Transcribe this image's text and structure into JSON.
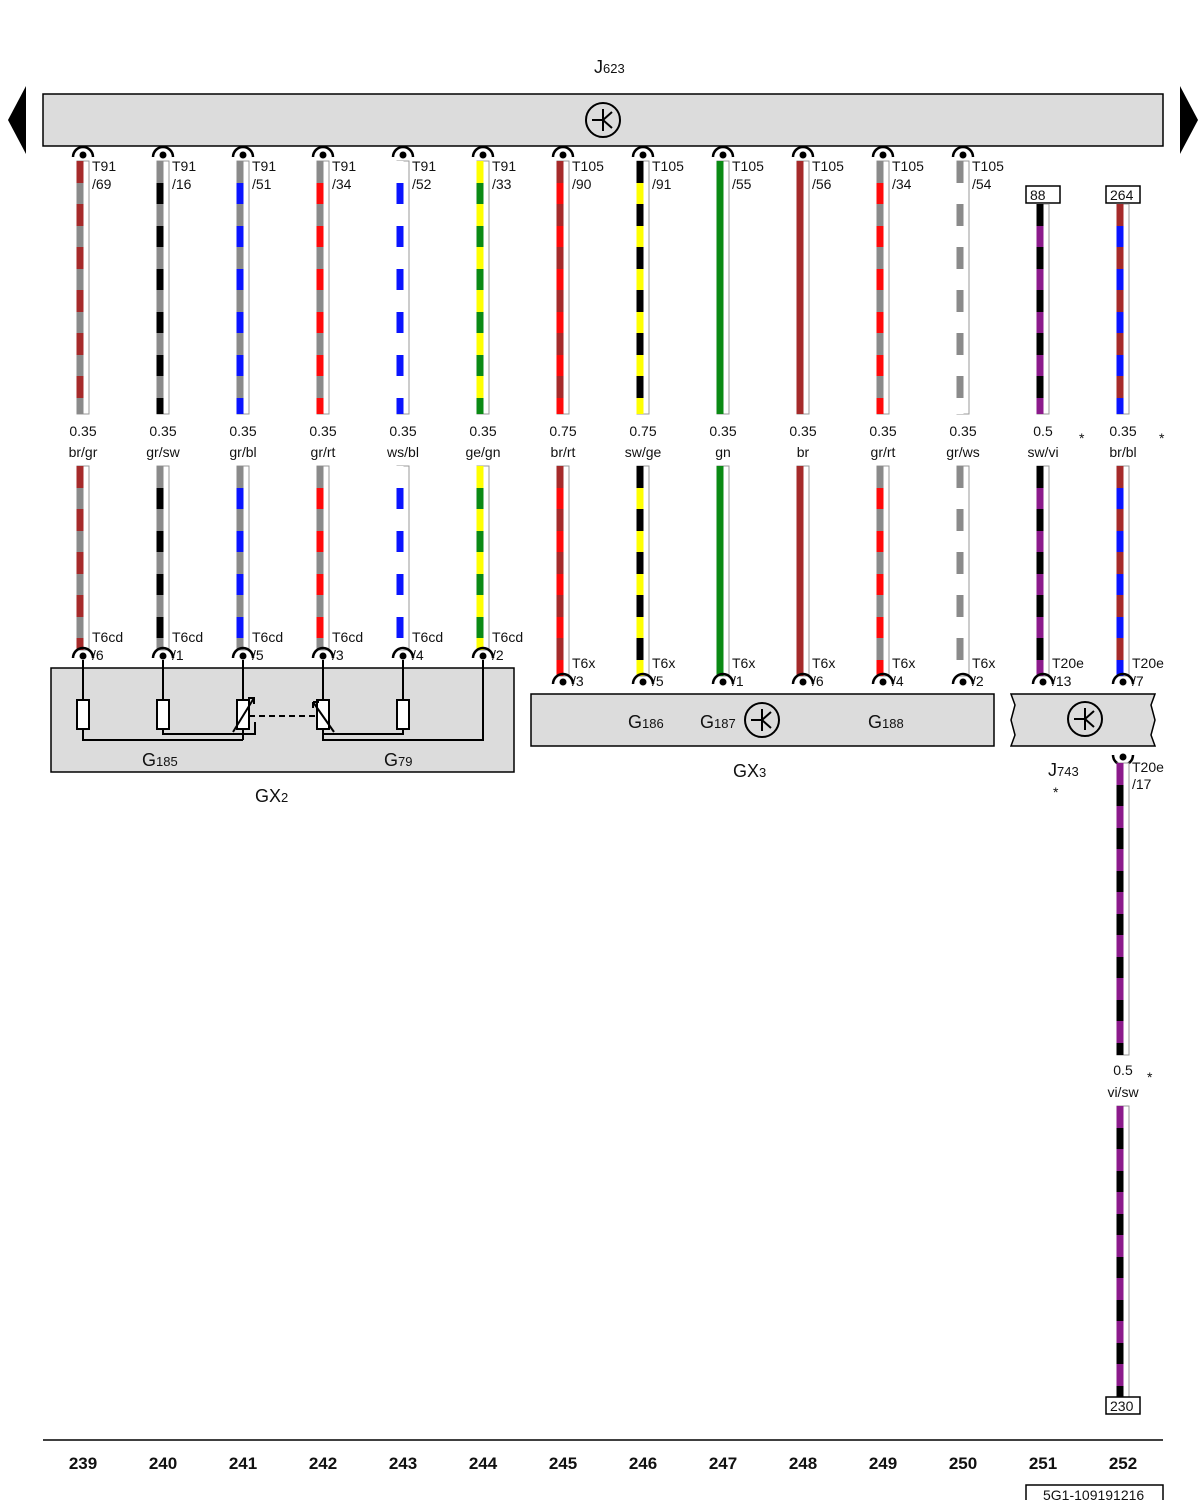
{
  "diagram": {
    "title_main": "J",
    "title_sub": "623",
    "doc_id": "5G1-109191216",
    "colors": {
      "br": "#a52a2a",
      "gr": "#8a8a8a",
      "sw": "#000000",
      "bl": "#0a14ff",
      "rt": "#ff0a0a",
      "ws": "#ffffff",
      "ge": "#ffff00",
      "gn": "#0a8a14",
      "vi": "#8b1a8b",
      "panel": "#dcdcdc"
    },
    "wires": [
      {
        "column": "239",
        "top_conn": "T91",
        "top_pin": "/69",
        "size": "0.35",
        "code": "br/gr",
        "bottom_conn": "T6cd",
        "bottom_pin": "/6",
        "c1": "br",
        "c2": "gr"
      },
      {
        "column": "240",
        "top_conn": "T91",
        "top_pin": "/16",
        "size": "0.35",
        "code": "gr/sw",
        "bottom_conn": "T6cd",
        "bottom_pin": "/1",
        "c1": "gr",
        "c2": "sw"
      },
      {
        "column": "241",
        "top_conn": "T91",
        "top_pin": "/51",
        "size": "0.35",
        "code": "gr/bl",
        "bottom_conn": "T6cd",
        "bottom_pin": "/5",
        "c1": "gr",
        "c2": "bl"
      },
      {
        "column": "242",
        "top_conn": "T91",
        "top_pin": "/34",
        "size": "0.35",
        "code": "gr/rt",
        "bottom_conn": "T6cd",
        "bottom_pin": "/3",
        "c1": "gr",
        "c2": "rt"
      },
      {
        "column": "243",
        "top_conn": "T91",
        "top_pin": "/52",
        "size": "0.35",
        "code": "ws/bl",
        "bottom_conn": "T6cd",
        "bottom_pin": "/4",
        "c1": "ws",
        "c2": "bl"
      },
      {
        "column": "244",
        "top_conn": "T91",
        "top_pin": "/33",
        "size": "0.35",
        "code": "ge/gn",
        "bottom_conn": "T6cd",
        "bottom_pin": "/2",
        "c1": "ge",
        "c2": "gn"
      },
      {
        "column": "245",
        "top_conn": "T105",
        "top_pin": "/90",
        "size": "0.75",
        "code": "br/rt",
        "bottom_conn": "T6x",
        "bottom_pin": "/3",
        "c1": "br",
        "c2": "rt"
      },
      {
        "column": "246",
        "top_conn": "T105",
        "top_pin": "/91",
        "size": "0.75",
        "code": "sw/ge",
        "bottom_conn": "T6x",
        "bottom_pin": "/5",
        "c1": "sw",
        "c2": "ge"
      },
      {
        "column": "247",
        "top_conn": "T105",
        "top_pin": "/55",
        "size": "0.35",
        "code": "gn",
        "bottom_conn": "T6x",
        "bottom_pin": "/1",
        "c1": "gn",
        "c2": ""
      },
      {
        "column": "248",
        "top_conn": "T105",
        "top_pin": "/56",
        "size": "0.35",
        "code": "br",
        "bottom_conn": "T6x",
        "bottom_pin": "/6",
        "c1": "br",
        "c2": ""
      },
      {
        "column": "249",
        "top_conn": "T105",
        "top_pin": "/34",
        "size": "0.35",
        "code": "gr/rt",
        "bottom_conn": "T6x",
        "bottom_pin": "/4",
        "c1": "gr",
        "c2": "rt"
      },
      {
        "column": "250",
        "top_conn": "T105",
        "top_pin": "/54",
        "size": "0.35",
        "code": "gr/ws",
        "bottom_conn": "T6x",
        "bottom_pin": "/2",
        "c1": "gr",
        "c2": "ws"
      },
      {
        "column": "251",
        "top_ref": "88",
        "size": "0.5",
        "code": "sw/vi",
        "star": "*",
        "bottom_conn": "T20e",
        "bottom_pin": "/13",
        "c1": "sw",
        "c2": "vi"
      },
      {
        "column": "252",
        "top_ref": "264",
        "size": "0.35",
        "code": "br/bl",
        "star": "*",
        "bottom_conn": "T20e",
        "bottom_pin": "/7",
        "c1": "br",
        "c2": "bl"
      }
    ],
    "continuation": {
      "conn": "T20e",
      "pin": "/17",
      "size": "0.5",
      "code": "vi/sw",
      "star": "*",
      "ref": "230",
      "c1": "vi",
      "c2": "sw"
    },
    "components": {
      "gx2": {
        "main": "GX",
        "sub": "2",
        "g185_main": "G",
        "g185_sub": "185",
        "g79_main": "G",
        "g79_sub": "79"
      },
      "gx3": {
        "main": "GX",
        "sub": "3",
        "g186_main": "G",
        "g186_sub": "186",
        "g187_main": "G",
        "g187_sub": "187",
        "g188_main": "G",
        "g188_sub": "188"
      },
      "j743": {
        "main": "J",
        "sub": "743",
        "star": "*"
      }
    }
  }
}
